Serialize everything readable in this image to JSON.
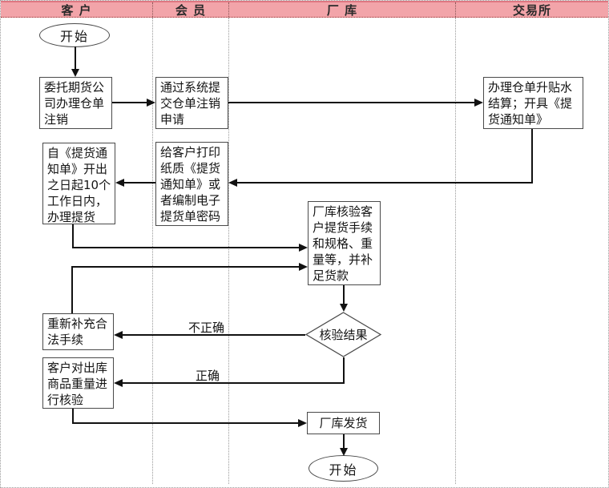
{
  "lanes": [
    {
      "label": "客 户"
    },
    {
      "label": "会 员"
    },
    {
      "label": "厂 库"
    },
    {
      "label": "交易所"
    }
  ],
  "nodes": [
    {
      "id": "start",
      "lane": "客户",
      "shape": "ellipse",
      "label": "开始"
    },
    {
      "id": "entrust-cancel",
      "lane": "客户",
      "shape": "rect",
      "label": "委托期货公\n司办理仓单\n注销"
    },
    {
      "id": "submit-cancel",
      "lane": "会员",
      "shape": "rect",
      "label": "通过系统提\n交仓单注销\n申请"
    },
    {
      "id": "exchange-settle",
      "lane": "交易所",
      "shape": "rect",
      "label": "办理仓单升贴水\n结算；开具《提\n货通知单》"
    },
    {
      "id": "print-notice",
      "lane": "会员",
      "shape": "rect",
      "label": "给客户打印\n纸质《提货\n通知单》或\n者编制电子\n提货单密码"
    },
    {
      "id": "pickup-10days",
      "lane": "客户",
      "shape": "rect",
      "label": "自《提货通\n知单》开出\n之日起10个\n工作日内，\n办理提货"
    },
    {
      "id": "warehouse-verify",
      "lane": "厂库",
      "shape": "rect",
      "label": "厂库核验客\n户提货手续\n和规格、重\n量等，并补\n足货款"
    },
    {
      "id": "verify-result",
      "lane": "厂库",
      "shape": "diamond",
      "label": "核验结果"
    },
    {
      "id": "resupply",
      "lane": "客户",
      "shape": "rect",
      "label": "重新补充合\n法手续"
    },
    {
      "id": "customer-weight-check",
      "lane": "客户",
      "shape": "rect",
      "label": "客户对出库\n商品重量进\n行核验"
    },
    {
      "id": "warehouse-ship",
      "lane": "厂库",
      "shape": "rect",
      "label": "厂库发货"
    },
    {
      "id": "end",
      "lane": "厂库",
      "shape": "ellipse",
      "label": "开始"
    }
  ],
  "edges": [
    {
      "from": "start",
      "to": "entrust-cancel",
      "label": ""
    },
    {
      "from": "entrust-cancel",
      "to": "submit-cancel",
      "label": ""
    },
    {
      "from": "submit-cancel",
      "to": "exchange-settle",
      "label": ""
    },
    {
      "from": "exchange-settle",
      "to": "print-notice",
      "label": ""
    },
    {
      "from": "print-notice",
      "to": "pickup-10days",
      "label": ""
    },
    {
      "from": "pickup-10days",
      "to": "warehouse-verify",
      "label": ""
    },
    {
      "from": "resupply",
      "to": "warehouse-verify",
      "label": ""
    },
    {
      "from": "warehouse-verify",
      "to": "verify-result",
      "label": ""
    },
    {
      "from": "verify-result",
      "to": "resupply",
      "label": "不正确"
    },
    {
      "from": "verify-result",
      "to": "customer-weight-check",
      "label": "正确"
    },
    {
      "from": "customer-weight-check",
      "to": "warehouse-ship",
      "label": ""
    },
    {
      "from": "warehouse-ship",
      "to": "end",
      "label": ""
    }
  ],
  "colors": {
    "header_bg": "#F2A4A9",
    "header_top_border": "#DE7781",
    "box_border": "#4A4A4A",
    "line": "#111111",
    "text": "#141414"
  }
}
